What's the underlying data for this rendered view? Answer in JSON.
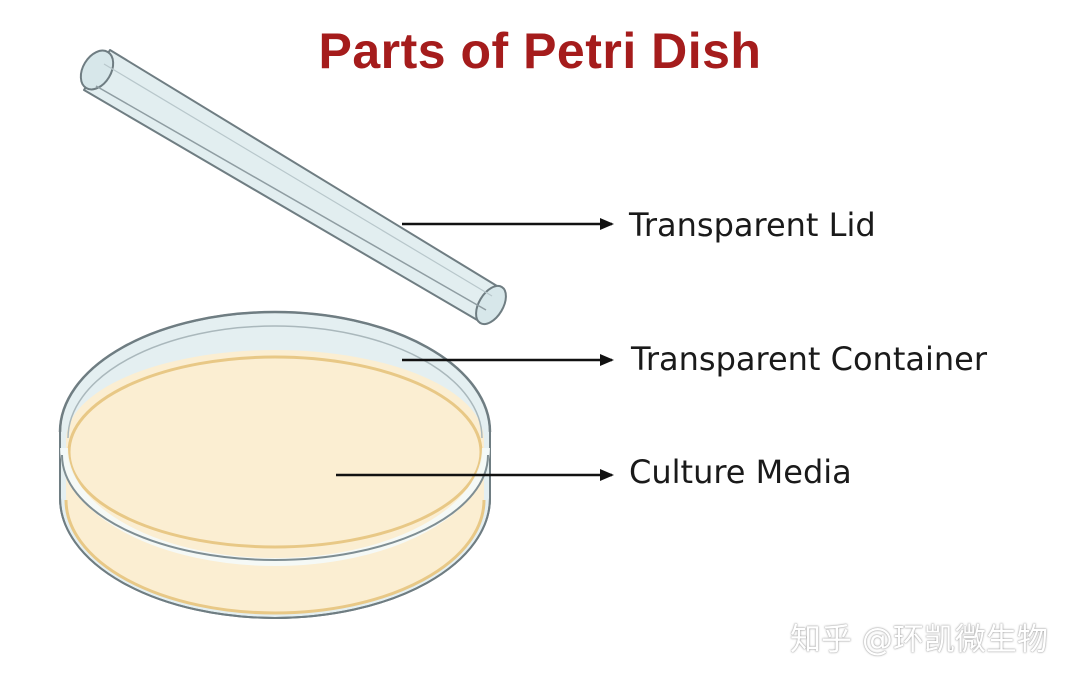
{
  "title": "Parts of Petri Dish",
  "labels": {
    "lid": "Transparent Lid",
    "container": "Transparent Container",
    "media": "Culture Media"
  },
  "watermark": "知乎 @环凯微生物",
  "colors": {
    "title": "#a51c1c",
    "glass_fill": "#e2eef0",
    "glass_stroke": "#6f7d82",
    "media_fill": "#fbeed2",
    "media_edge": "#e8c886",
    "arrow": "#111111",
    "label_text": "#1a1a1a"
  }
}
